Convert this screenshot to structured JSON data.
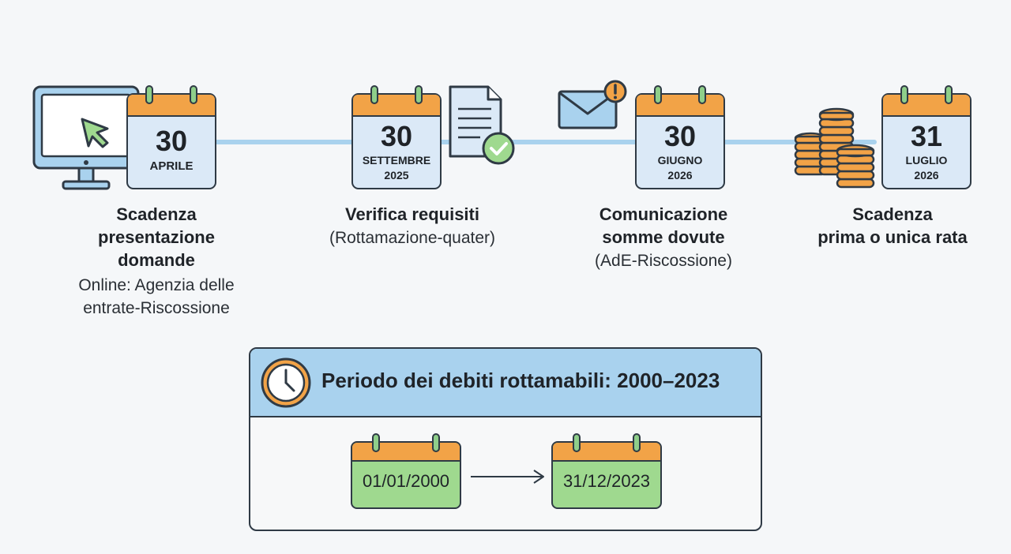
{
  "steps": [
    {
      "day": "30",
      "month": "APRILE",
      "year": "",
      "title_lines": [
        "Scadenza",
        "presentazione",
        "domande"
      ],
      "desc_lines": [
        "Online: Agenzia delle",
        "entrate-Riscossione"
      ],
      "icon": "computer-cursor-icon"
    },
    {
      "day": "30",
      "month": "SETTEMBRE",
      "year": "2025",
      "title_lines": [
        "Verifica requisiti"
      ],
      "desc_lines": [
        "(Rottamazione-quater)"
      ],
      "icon": "document-check-icon"
    },
    {
      "day": "30",
      "month": "GIUGNO",
      "year": "2026",
      "title_lines": [
        "Comunicazione",
        "somme dovute"
      ],
      "desc_lines": [
        "(AdE-Riscossione)"
      ],
      "icon": "envelope-alert-icon"
    },
    {
      "day": "31",
      "month": "LUGLIO",
      "year": "2026",
      "title_lines": [
        "Scadenza",
        "prima o unica rata"
      ],
      "desc_lines": [],
      "icon": "coins-stack-icon"
    }
  ],
  "period": {
    "title": "Periodo dei debiti rottamabili: 2000–2023",
    "start_date": "01/01/2000",
    "end_date": "31/12/2023",
    "icon": "clock-icon"
  },
  "colors": {
    "calendar_header": "#f2a347",
    "calendar_body": "#dbe9f7",
    "calendar_green": "#9fd98f",
    "ring": "#8fcf8a",
    "timeline": "#a9d2ee",
    "outline": "#2f3a45"
  }
}
